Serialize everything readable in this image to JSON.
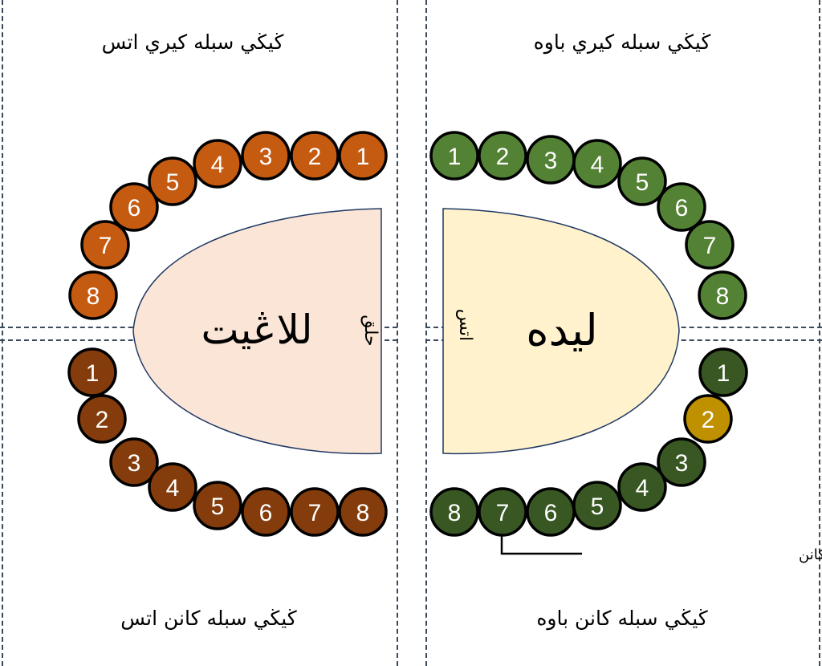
{
  "quadrant_labels": {
    "upper_right": "ڬيڬي سبله کيري باوه",
    "upper_left": "ڬيڬي سبله کيري اتس",
    "lower_left": "ڬيڬي سبله کانن اتس",
    "lower_right": "ڬيڬي سبله کانن باوه"
  },
  "jaw_labels": {
    "right": {
      "word": "ليده",
      "small": "اتس"
    },
    "left": {
      "word": "للاڠيت",
      "small": "حلق"
    }
  },
  "callout": "ڬيڬي يڠ کدوا سبله باوه کانن",
  "teeth": {
    "upper_left": {
      "color": "#c55a11",
      "numbers": [
        "1",
        "2",
        "3",
        "4",
        "5",
        "6",
        "7",
        "8"
      ]
    },
    "upper_right": {
      "color": "#548235",
      "numbers": [
        "1",
        "2",
        "3",
        "4",
        "5",
        "6",
        "7",
        "8"
      ]
    },
    "lower_left": {
      "color": "#843c0c",
      "numbers": [
        "1",
        "2",
        "3",
        "4",
        "5",
        "6",
        "7",
        "8"
      ]
    },
    "lower_right": {
      "color": "#385723",
      "numbers": [
        "1",
        "2",
        "3",
        "4",
        "5",
        "6",
        "7",
        "8"
      ]
    },
    "highlight": {
      "quadrant": "lower_right",
      "index": 1,
      "color": "#bf9000"
    }
  },
  "colors": {
    "left_jaw_fill": "#fbe5d6",
    "right_jaw_fill": "#fff2cc",
    "outline": "#1f3864"
  }
}
